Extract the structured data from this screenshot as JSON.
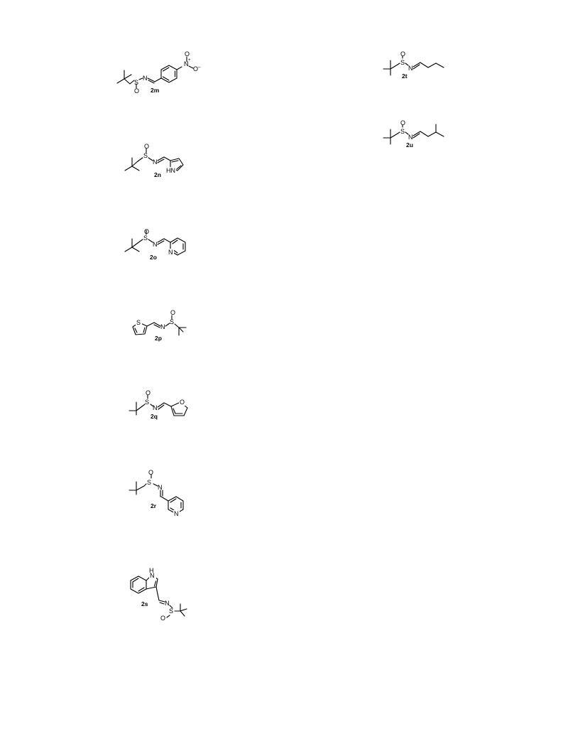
{
  "compounds": [
    {
      "id": "2m",
      "label": "2m",
      "atoms": {
        "N": "N",
        "S": "S",
        "O": "O",
        "nitro_N": "N",
        "nitro_plus": "+",
        "nitro_O1": "O",
        "nitro_O2": "O",
        "minus": "–"
      }
    },
    {
      "id": "2n",
      "label": "2n",
      "atoms": {
        "O": "O",
        "S": "S",
        "N": "N",
        "NH": "HN"
      }
    },
    {
      "id": "2o",
      "label": "2o",
      "atoms": {
        "O": "O",
        "S": "S",
        "N": "N",
        "pyN": "N"
      }
    },
    {
      "id": "2p",
      "label": "2p",
      "atoms": {
        "thS": "S",
        "N": "N",
        "S": "S",
        "O": "O"
      }
    },
    {
      "id": "2q",
      "label": "2q",
      "atoms": {
        "O": "O",
        "S": "S",
        "N": "N",
        "furO": "O"
      }
    },
    {
      "id": "2r",
      "label": "2r",
      "atoms": {
        "O": "O",
        "S": "S",
        "N": "N",
        "pyN": "N"
      }
    },
    {
      "id": "2s",
      "label": "2s",
      "atoms": {
        "NH": "H",
        "NH_N": "N",
        "N": "N",
        "S": "S",
        "O": "O"
      }
    },
    {
      "id": "2t",
      "label": "2t",
      "atoms": {
        "O": "O",
        "S": "S",
        "N": "N"
      }
    },
    {
      "id": "2u",
      "label": "2u",
      "atoms": {
        "O": "O",
        "S": "S",
        "N": "N"
      }
    }
  ]
}
